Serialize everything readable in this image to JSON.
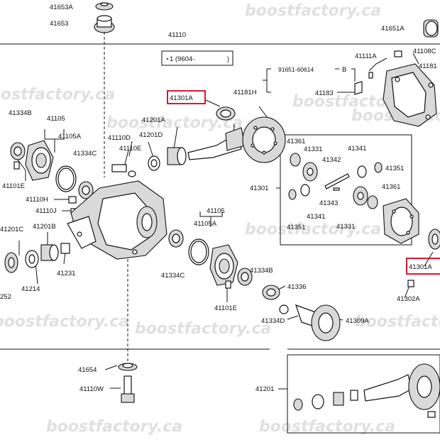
{
  "labels": {
    "p41653a": "41653A",
    "p41653": "41653",
    "p41110": "41110",
    "p41651a": "41651A",
    "note1": "⋆1 (9604-",
    "note1_end": ")",
    "p41111a": "41111A",
    "p41108": "41108C",
    "p41181": "41181",
    "p41181h": "41181H",
    "p91651": "91651-60614",
    "noteB": "B",
    "p41183": "41183",
    "p41301a_top": "41301A",
    "p41301a_right": "41301A",
    "p41334b_l": "41334B",
    "p41105_l": "41105",
    "p41105a_l": "41105A",
    "p41334c_l": "41334C",
    "p41201a": "41201A",
    "p41201d": "41201D",
    "p41110d": "41110D",
    "p41110e": "41110E",
    "p41101e_l": "41101E",
    "p41110h": "41110H",
    "p41110j": "41110J",
    "p41201c": "41201C",
    "p41201b": "41201B",
    "p41252": "252",
    "p41214": "41214",
    "p41231": "41231",
    "p41105_r": "41105",
    "p41105a_r": "41105A",
    "p41334c_r": "41334C",
    "p41101e_r": "41101E",
    "p41334b_r": "41334B",
    "p41361_a": "41361",
    "p41331_a": "41331",
    "p41342": "41342",
    "p41341_a": "41341",
    "p41351_a": "41351",
    "p41301": "41301",
    "p41343": "41343",
    "p41341_b": "41341",
    "p41361_b": "41361",
    "p41351_b": "41351",
    "p41331_b": "41331",
    "p41302a": "41302A",
    "p41336": "41336",
    "p41334d": "41334D",
    "p41309a": "41309A",
    "p41654": "41654",
    "p41110w": "41110W",
    "p41201": "41201"
  },
  "watermark": "boostfactory.ca",
  "colors": {
    "highlight": "#d0021b",
    "ink": "#111111",
    "watermark": "#c8c8c8"
  }
}
